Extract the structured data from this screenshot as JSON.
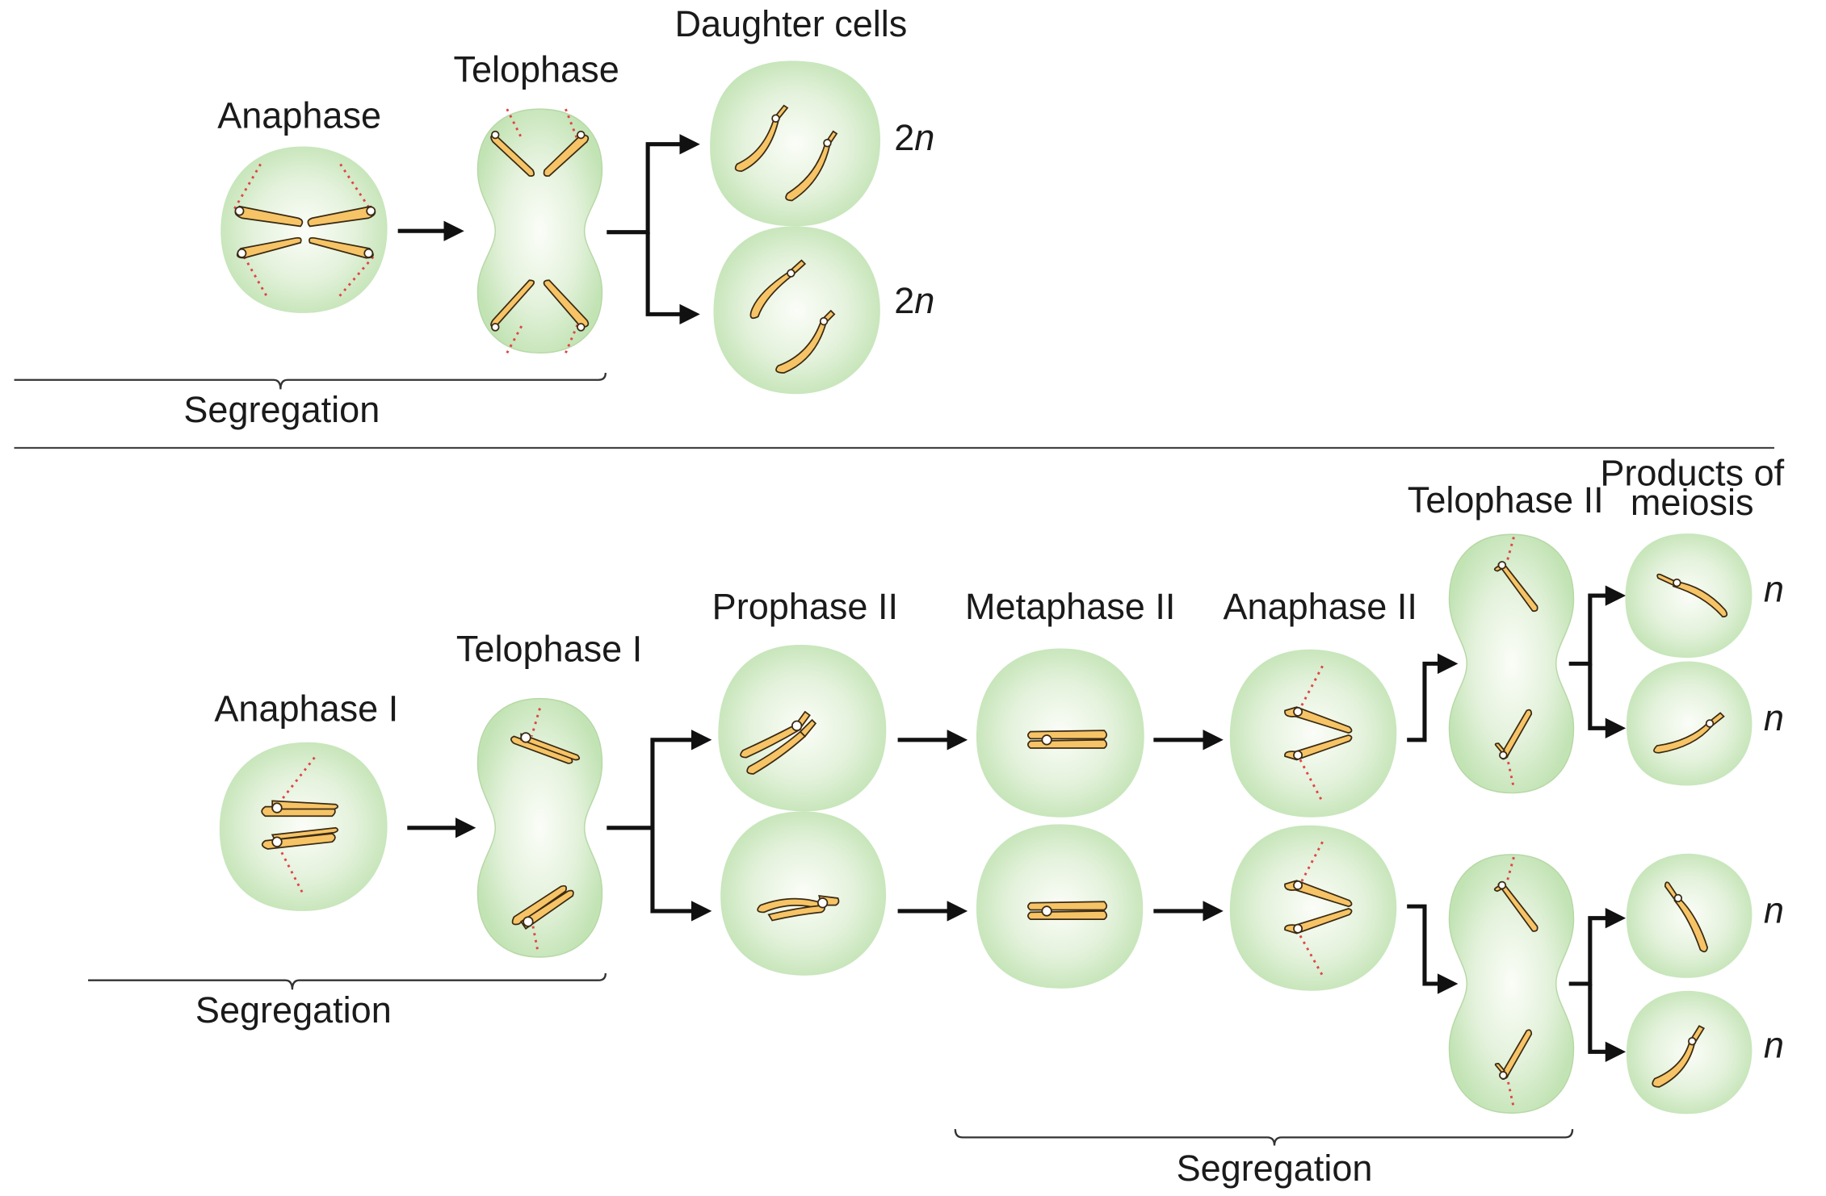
{
  "colors": {
    "cytoplasm_center": "#fbfdf8",
    "cytoplasm_edge": "#c2e3b4",
    "chromosome_fill": "#f6c466",
    "chromosome_stroke": "#3a2a14",
    "centromere": "#ffffff",
    "spindle": "#e04545",
    "arrow": "#111111"
  },
  "mitosis": {
    "anaphase_label": "Anaphase",
    "telophase_label": "Telophase",
    "daughter_cells_label": "Daughter cells",
    "ploidy_top": "2",
    "ploidy_bottom": "2",
    "ploidy_italic": "n",
    "segregation_label": "Segregation"
  },
  "meiosis": {
    "anaphase_i_label": "Anaphase I",
    "telophase_i_label": "Telophase I",
    "prophase_ii_label": "Prophase II",
    "metaphase_ii_label": "Metaphase II",
    "anaphase_ii_label": "Anaphase II",
    "telophase_ii_label": "Telophase II",
    "products_label_line1": "Products of",
    "products_label_line2": "meiosis",
    "product_ploidy": [
      "n",
      "n",
      "n",
      "n"
    ],
    "segregation_left_label": "Segregation",
    "segregation_right_label": "Segregation"
  }
}
